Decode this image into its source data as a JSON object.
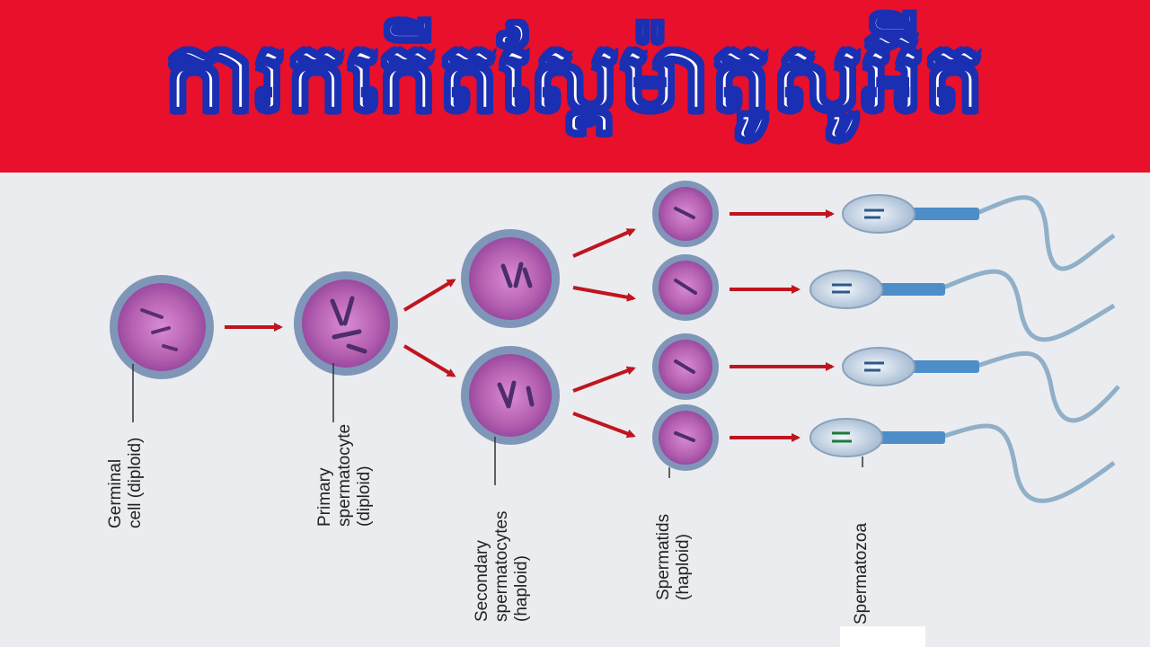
{
  "header": {
    "title": "ការកកើតស្ពែម៉ាតូសូអ៊ីត",
    "background_color": "#e8102a",
    "title_color": "#ffffff",
    "title_outline_color": "#1b2fb3"
  },
  "diagram": {
    "cell_color": "#c060b8",
    "arrow_color": "#c0151f",
    "labels": {
      "germinal": [
        "Germinal",
        "cell (diploid)"
      ],
      "primary": [
        "Primary",
        "spermatocyte",
        "(diploid)"
      ],
      "secondary": [
        "Secondary",
        "spermatocytes",
        "(haploid)"
      ],
      "spermatids": [
        "Spermatids",
        "(haploid)"
      ],
      "spermatozoa": [
        "Spermatozoa"
      ]
    }
  }
}
